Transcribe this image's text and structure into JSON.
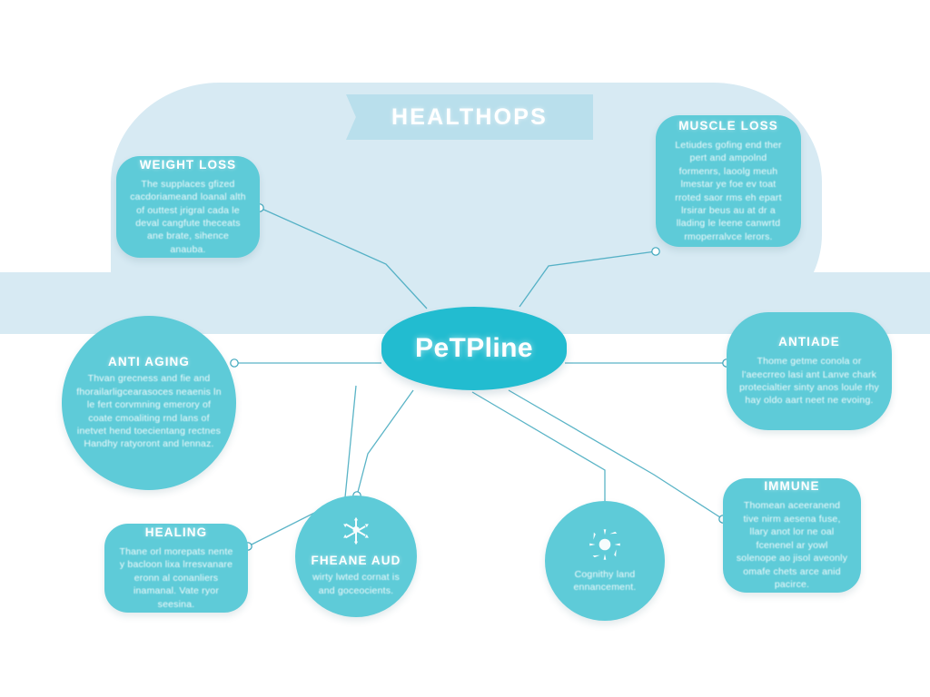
{
  "banner": {
    "title": "HEALTHOPS"
  },
  "hub": {
    "label": "PeTPline"
  },
  "colors": {
    "background": "#ffffff",
    "panel": "#d7eaf3",
    "banner": "#b9dfec",
    "hub": "#22bcd0",
    "node": "#5ecbd8",
    "edge": "#3ea7bd",
    "text": "#ffffff"
  },
  "chart_data": {
    "type": "diagram",
    "layout": "radial-mind-map",
    "center": "PeTPline",
    "title": "HEALTHOPS"
  },
  "nodes": [
    {
      "id": "weight-loss",
      "title": "WEIGHT LOSS",
      "body": "The supplaces gfized cacdoriameand loanal alth of outtest jrigral cada le deval cangfute theceats ane brate, sihence anauba.",
      "shape": "rounded-rect",
      "icon": null
    },
    {
      "id": "muscle-loss",
      "title": "MUSCLE LOSS",
      "body": "Letiudes gofing end ther pert and ampolnd formenrs, laoolg meuh lmestar ye foe ev toat rroted saor rms eh epart lrsirar beus au at dr a llading le leene canwrtd rmoperralvce lerors.",
      "shape": "rounded-rect",
      "icon": null
    },
    {
      "id": "anti-aging",
      "title": "ANTI AGING",
      "body": "Thvan grecness and fie and fhorailarligcearasoces neaenis ln le fert corvmning emerory of coate cmoaliting rnd lans of inetvet hend toecientang rectnes Handhy ratyoront and lennaz.",
      "shape": "circle",
      "icon": null
    },
    {
      "id": "antiade",
      "title": "ANTIADE",
      "body": "Thome getme conola or l'aeecrreo lasi ant Lanve chark protecialtier sinty anos loule rhy hay oldo aart neet ne evoing.",
      "shape": "rounded-rect",
      "icon": null
    },
    {
      "id": "healing",
      "title": "HEALING",
      "body": "Thane orl morepats nente y bacloon lixa lrresvanare eronn al conanliers inamanal. Vate ryor seesina.",
      "shape": "rounded-rect",
      "icon": null
    },
    {
      "id": "enhance-aid",
      "title": "FHEANE AUD",
      "body": "wirty lwted cornat is and goceocients.",
      "shape": "circle",
      "icon": "snowflake-icon"
    },
    {
      "id": "cognitive",
      "title": "",
      "body": "Cognithy land ennancement.",
      "shape": "circle",
      "icon": "sun-icon"
    },
    {
      "id": "immune",
      "title": "IMMUNE",
      "body": "Thomean aceeranend tive nirm aesena fuse, llary anot lor ne oal fcenenel ar yowl solenope ao jisol aveonly omafe chets arce anid pacirce.",
      "shape": "rounded-rect",
      "icon": null
    }
  ]
}
